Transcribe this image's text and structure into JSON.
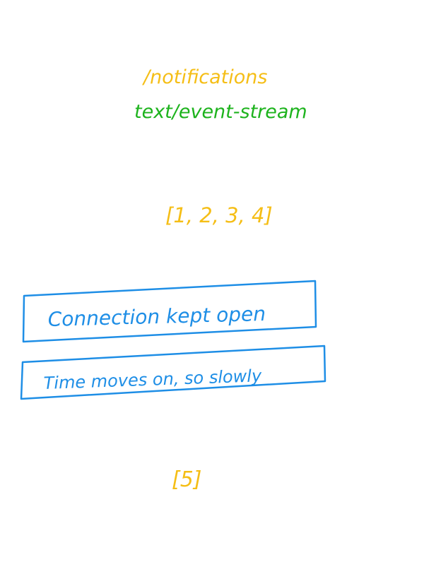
{
  "endpoint": "/notifications",
  "content_type": "text/event-stream",
  "batch_one": "[1, 2, 3, 4]",
  "box_one": "Connection kept open",
  "box_two": "Time moves on, so slowly",
  "batch_two": "[5]",
  "colors": {
    "endpoint": "#f5be16",
    "content_type": "#1db31d",
    "batch": "#f5be16",
    "box": "#1e8ee6"
  }
}
